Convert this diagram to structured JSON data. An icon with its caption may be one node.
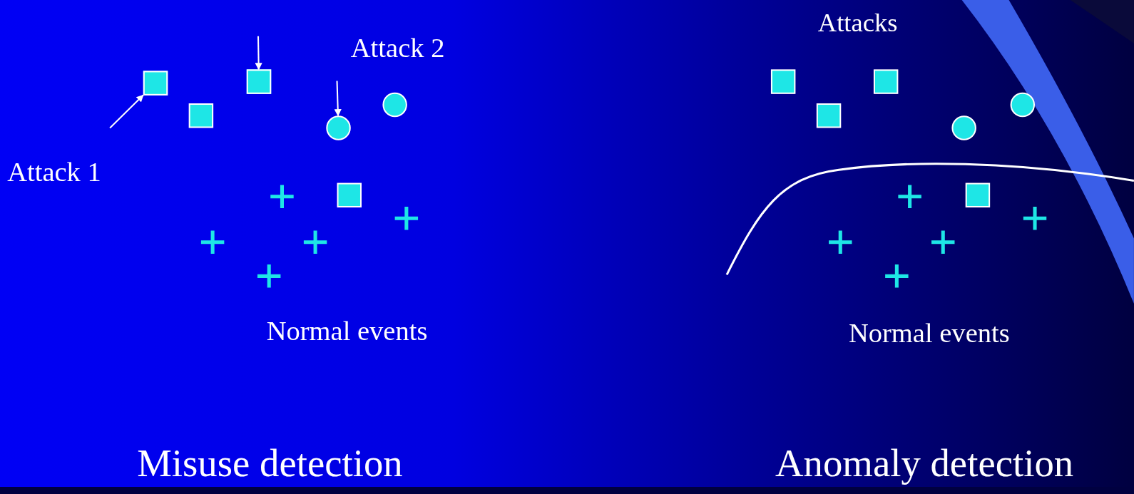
{
  "diagram": {
    "nodes": [
      {
        "text": [
          "Attack 1"
        ]
      },
      {
        "text": [],
        "shape": "box"
      },
      {
        "text": [],
        "shape": "box"
      },
      {
        "text": [],
        "shape": "circle"
      }
    ],
    "edges": [
      {
        "from": 0,
        "to": 1,
        "arrow": "to"
      },
      {
        "from": null,
        "to": 2,
        "arrow": "to"
      },
      {
        "from": null,
        "to": 3,
        "arrow": "to"
      }
    ],
    "labels": [
      "Attack 2",
      "Attacks",
      "Normal events",
      "Normal events",
      "Misuse detection",
      "Anomaly detection"
    ]
  }
}
